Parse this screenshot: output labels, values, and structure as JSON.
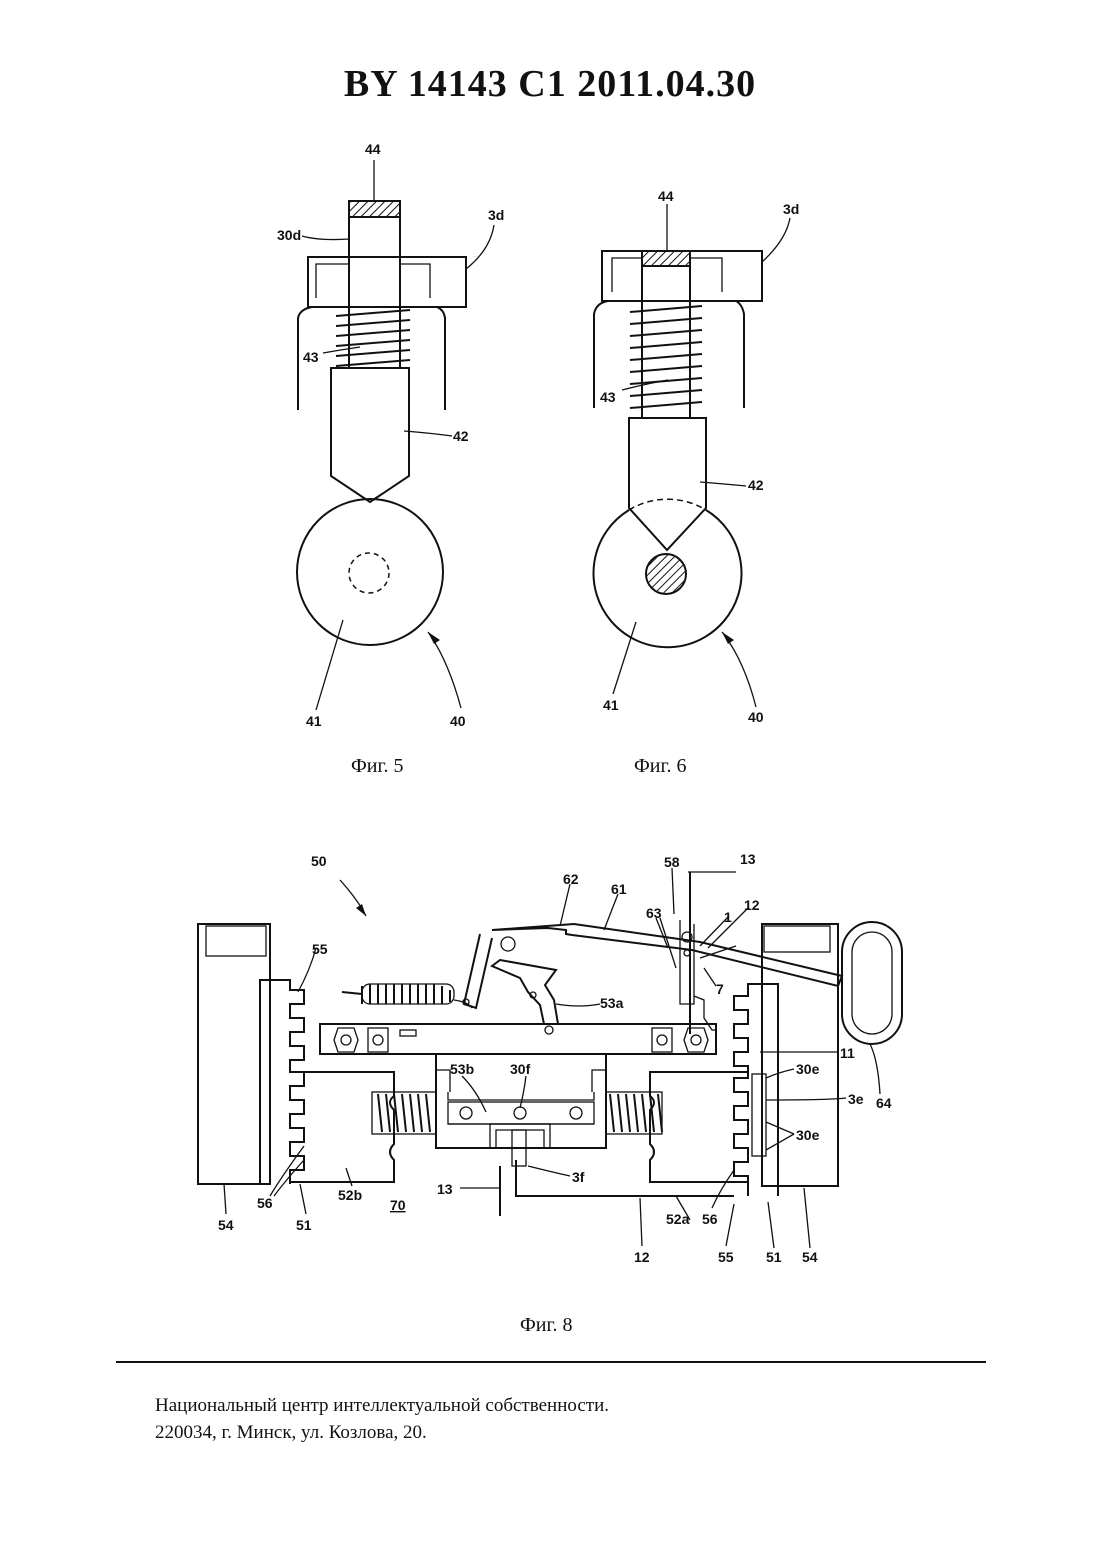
{
  "header": {
    "title": "BY  14143  C1  2011.04.30"
  },
  "figures": {
    "fig5": {
      "caption": "Фиг. 5",
      "labels": {
        "l44": "44",
        "l30d": "30d",
        "l3d": "3d",
        "l43": "43",
        "l42": "42",
        "l41": "41",
        "l40": "40"
      }
    },
    "fig6": {
      "caption": "Фиг. 6",
      "labels": {
        "l44": "44",
        "l3d": "3d",
        "l43": "43",
        "l42": "42",
        "l41": "41",
        "l40": "40"
      }
    },
    "fig8": {
      "caption": "Фиг. 8",
      "labels": {
        "l50": "50",
        "l62": "62",
        "l61": "61",
        "l58": "58",
        "l13a": "13",
        "l63": "63",
        "l1": "1",
        "l12a": "12",
        "l7": "7",
        "l55a": "55",
        "l53a": "53a",
        "l11": "11",
        "l64": "64",
        "l53b": "53b",
        "l30f": "30f",
        "l30ea": "30e",
        "l3e": "3e",
        "l30eb": "30e",
        "l56a": "56",
        "l52b": "52b",
        "l70": "70",
        "l3f": "3f",
        "l13b": "13",
        "l52a": "52a",
        "l56b": "56",
        "l54a": "54",
        "l51a": "51",
        "l12b": "12",
        "l55b": "55",
        "l51b": "51",
        "l54b": "54"
      }
    }
  },
  "footer": {
    "line1": "Национальный центр интеллектуальной собственности.",
    "line2": "220034, г. Минск, ул. Козлова, 20."
  }
}
